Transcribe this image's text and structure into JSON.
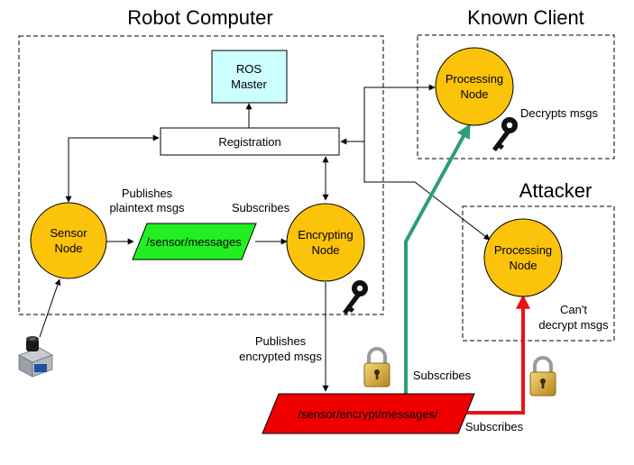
{
  "regions": {
    "robot_computer": "Robot Computer",
    "known_client": "Known Client",
    "attacker": "Attacker"
  },
  "nodes": {
    "ros_master": [
      "ROS",
      "Master"
    ],
    "registration": "Registration",
    "sensor_node": [
      "Sensor",
      "Node"
    ],
    "encrypting_node": [
      "Encrypting",
      "Node"
    ],
    "client_processing_node": [
      "Processing",
      "Node"
    ],
    "attacker_processing_node": [
      "Processing",
      "Node"
    ]
  },
  "topics": {
    "plain": "/sensor/messages",
    "encrypted": "/sensor/encrypt/messages/"
  },
  "labels": {
    "publishes_plaintext": [
      "Publishes",
      "plaintext msgs"
    ],
    "subscribes_encrypting": "Subscribes",
    "publishes_encrypted": [
      "Publishes",
      "encrypted msgs"
    ],
    "subscribes_client": "Subscribes",
    "subscribes_attacker": "Subscribes",
    "decrypts": "Decrypts msgs",
    "cant_decrypt": [
      "Can't",
      "decrypt msgs"
    ]
  },
  "icons": [
    "key-icon",
    "padlock-icon",
    "camera-sensor-icon"
  ],
  "colors": {
    "node_fill": "#fcc30b",
    "master_fill": "#ccffff",
    "plain_topic": "#22ee22",
    "encrypted_topic": "#ee0000",
    "client_arrow": "#2e9e6e",
    "attacker_arrow": "#ee1111"
  }
}
